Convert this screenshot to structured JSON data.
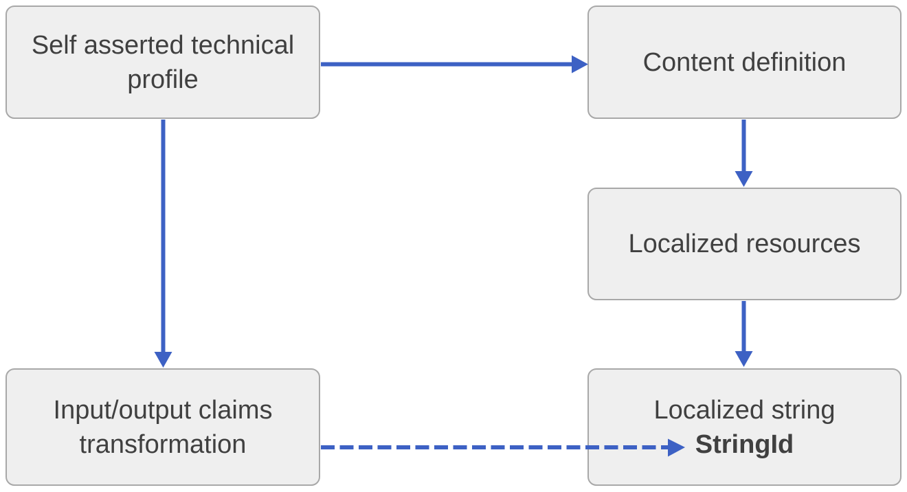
{
  "diagram": {
    "nodes": [
      {
        "id": "self-asserted-technical-profile",
        "label": "Self asserted technical profile"
      },
      {
        "id": "content-definition",
        "label": "Content definition"
      },
      {
        "id": "localized-resources",
        "label": "Localized resources"
      },
      {
        "id": "input-output-claims-transformation",
        "label": "Input/output claims transformation"
      },
      {
        "id": "localized-string",
        "label": "Localized string",
        "sublabel": "StringId"
      }
    ],
    "edges": [
      {
        "from": "self-asserted-technical-profile",
        "to": "content-definition",
        "style": "solid",
        "direction": "right"
      },
      {
        "from": "content-definition",
        "to": "localized-resources",
        "style": "solid",
        "direction": "down"
      },
      {
        "from": "localized-resources",
        "to": "localized-string",
        "style": "solid",
        "direction": "down"
      },
      {
        "from": "self-asserted-technical-profile",
        "to": "input-output-claims-transformation",
        "style": "solid",
        "direction": "down"
      },
      {
        "from": "input-output-claims-transformation",
        "to": "localized-string",
        "style": "dashed",
        "direction": "right"
      }
    ]
  },
  "colors": {
    "accent": "#3d61c4",
    "box_fill": "#efefef",
    "box_border": "#a8a8a8",
    "text": "#404040",
    "background": "#ffffff"
  }
}
